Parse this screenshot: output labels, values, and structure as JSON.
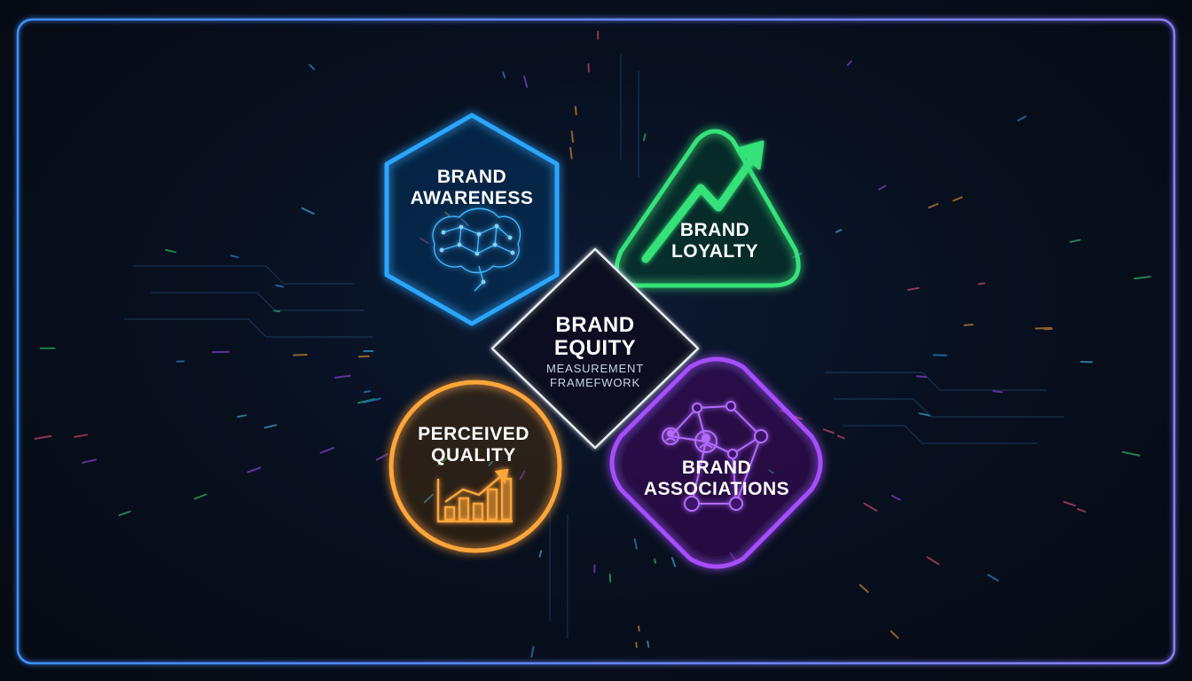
{
  "colors": {
    "background": "#060b16",
    "frame": "#4f9dff",
    "awareness": "#2aa6ff",
    "loyalty": "#35e27a",
    "quality": "#ffa53a",
    "associations": "#a64dff",
    "center": "#e8eef8"
  },
  "center": {
    "title_line1": "BRAND",
    "title_line2": "EQUITY",
    "subtitle_line1": "MEASUREMENT",
    "subtitle_line2": "FRAMEFWORK"
  },
  "nodes": {
    "awareness": {
      "line1": "BRAND",
      "line2": "AWARENESS",
      "icon": "brain-network-icon"
    },
    "loyalty": {
      "line1": "BRAND",
      "line2": "LOYALTY",
      "icon": "rising-arrow-icon"
    },
    "quality": {
      "line1": "PERCEIVED",
      "line2": "QUALITY",
      "icon": "bar-chart-trend-icon"
    },
    "associations": {
      "line1": "BRAND",
      "line2": "ASSOCIATIONS",
      "icon": "people-network-icon"
    }
  }
}
